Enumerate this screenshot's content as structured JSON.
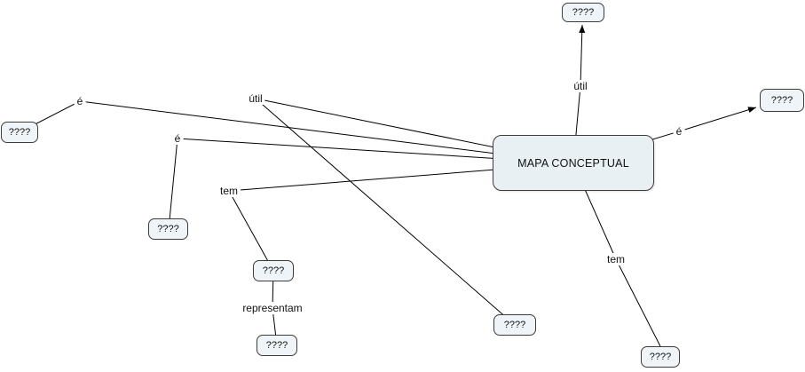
{
  "app": {
    "name": "concept-map-editor"
  },
  "colors": {
    "background": "#ffffff",
    "node_fill": "#eef4f7",
    "main_node_fill": "#e8f0f4",
    "node_border": "#3c3c3c",
    "line": "#000000"
  },
  "graph": {
    "placeholder_text": "????",
    "nodes": [
      {
        "id": "main",
        "label": "MAPA CONCEPTUAL"
      },
      {
        "id": "left",
        "label": "????"
      },
      {
        "id": "mid-left",
        "label": "????"
      },
      {
        "id": "tem-child",
        "label": "????"
      },
      {
        "id": "representam-child",
        "label": "????"
      },
      {
        "id": "diagonal",
        "label": "????"
      },
      {
        "id": "top",
        "label": "????"
      },
      {
        "id": "right",
        "label": "????"
      },
      {
        "id": "bottom-right",
        "label": "????"
      }
    ],
    "edges": [
      {
        "from": "main",
        "label": "é",
        "to": "left",
        "arrow": false
      },
      {
        "from": "main",
        "label": "é",
        "to": "mid-left",
        "arrow": false
      },
      {
        "from": "main",
        "label": "tem",
        "to": "tem-child",
        "arrow": false
      },
      {
        "from": "tem-child",
        "label": "representam",
        "to": "representam-child",
        "arrow": false
      },
      {
        "from": "main",
        "label": "útil",
        "to": "diagonal",
        "arrow": false
      },
      {
        "from": "main",
        "label": "útil",
        "to": "top",
        "arrow": true
      },
      {
        "from": "main",
        "label": "é",
        "to": "right",
        "arrow": true
      },
      {
        "from": "main",
        "label": "tem",
        "to": "bottom-right",
        "arrow": false
      }
    ]
  }
}
